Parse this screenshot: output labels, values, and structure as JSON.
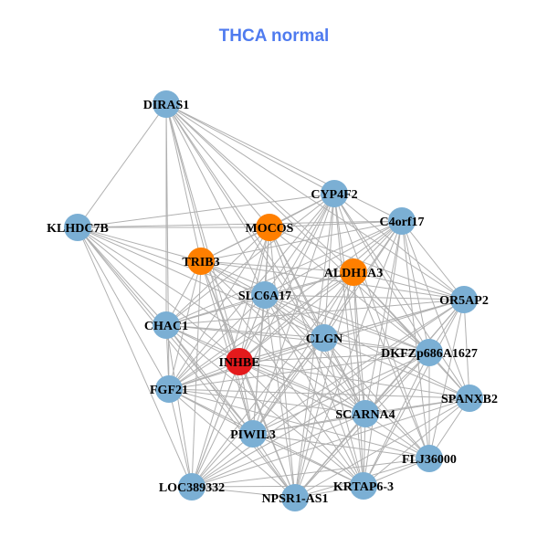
{
  "title": "THCA normal",
  "colors": {
    "default": "#7BAFD4",
    "orange": "#FF7F00",
    "red": "#E41A1C",
    "edge": "#B0B0B0"
  },
  "nodes": [
    {
      "label": "DIRAS1",
      "color": "default"
    },
    {
      "label": "KLHDC7B",
      "color": "default"
    },
    {
      "label": "CYP4F2",
      "color": "default"
    },
    {
      "label": "MOCOS",
      "color": "orange"
    },
    {
      "label": "C4orf17",
      "color": "default"
    },
    {
      "label": "TRIB3",
      "color": "orange"
    },
    {
      "label": "ALDH1A3",
      "color": "orange"
    },
    {
      "label": "SLC6A17",
      "color": "default"
    },
    {
      "label": "OR5AP2",
      "color": "default"
    },
    {
      "label": "CHAC1",
      "color": "default"
    },
    {
      "label": "CLGN",
      "color": "default"
    },
    {
      "label": "INHBE",
      "color": "red"
    },
    {
      "label": "DKFZp686A1627",
      "color": "default"
    },
    {
      "label": "FGF21",
      "color": "default"
    },
    {
      "label": "SPANXB2",
      "color": "default"
    },
    {
      "label": "SCARNA4",
      "color": "default"
    },
    {
      "label": "PIWIL3",
      "color": "default"
    },
    {
      "label": "FLJ36000",
      "color": "default"
    },
    {
      "label": "LOC389332",
      "color": "default"
    },
    {
      "label": "KRTAP6-3",
      "color": "default"
    },
    {
      "label": "NPSR1-AS1",
      "color": "default"
    }
  ],
  "adjacency": {
    "0": [
      1,
      2,
      3,
      4,
      5,
      6,
      7,
      8,
      9,
      10,
      11,
      12,
      13,
      15,
      16
    ],
    "1": [
      2,
      3,
      4,
      5,
      7,
      9,
      10,
      11,
      13,
      15,
      16,
      18,
      20
    ],
    "2": [
      3,
      5,
      7,
      8,
      9,
      10,
      11,
      12,
      13,
      14,
      15,
      16,
      17,
      18,
      19,
      20
    ],
    "3": [
      4,
      5,
      7,
      8,
      9,
      10,
      11,
      12,
      13,
      15,
      16,
      18,
      19,
      20
    ],
    "4": [
      5,
      6,
      7,
      8,
      9,
      10,
      11,
      12,
      13,
      14,
      15,
      16,
      17,
      19,
      20
    ],
    "5": [
      6,
      7,
      8,
      9,
      10,
      11,
      12,
      13,
      15,
      16,
      18,
      19,
      20
    ],
    "6": [
      7,
      8,
      9,
      10,
      11,
      12,
      13,
      14,
      15,
      16,
      17,
      18,
      19,
      20
    ],
    "7": [
      8,
      9,
      10,
      11,
      12,
      13,
      14,
      15,
      16,
      17,
      18,
      19,
      20
    ],
    "8": [
      9,
      10,
      11,
      12,
      13,
      14,
      15,
      16,
      17,
      18,
      19,
      20
    ],
    "9": [
      10,
      11,
      12,
      13,
      15,
      16,
      18,
      19,
      20
    ],
    "10": [
      11,
      12,
      13,
      14,
      15,
      16,
      17,
      18,
      19,
      20
    ],
    "11": [
      12,
      13,
      14,
      15,
      16,
      17,
      18,
      19,
      20
    ],
    "12": [
      13,
      14,
      15,
      16,
      17,
      18,
      19,
      20
    ],
    "13": [
      14,
      15,
      16,
      17,
      18,
      19,
      20
    ],
    "14": [
      15,
      16,
      17,
      18,
      19,
      20
    ],
    "15": [
      16,
      17,
      18,
      19,
      20
    ],
    "16": [
      17,
      18,
      19,
      20
    ],
    "17": [
      18,
      19,
      20
    ],
    "18": [
      19,
      20
    ],
    "19": [
      20
    ]
  }
}
